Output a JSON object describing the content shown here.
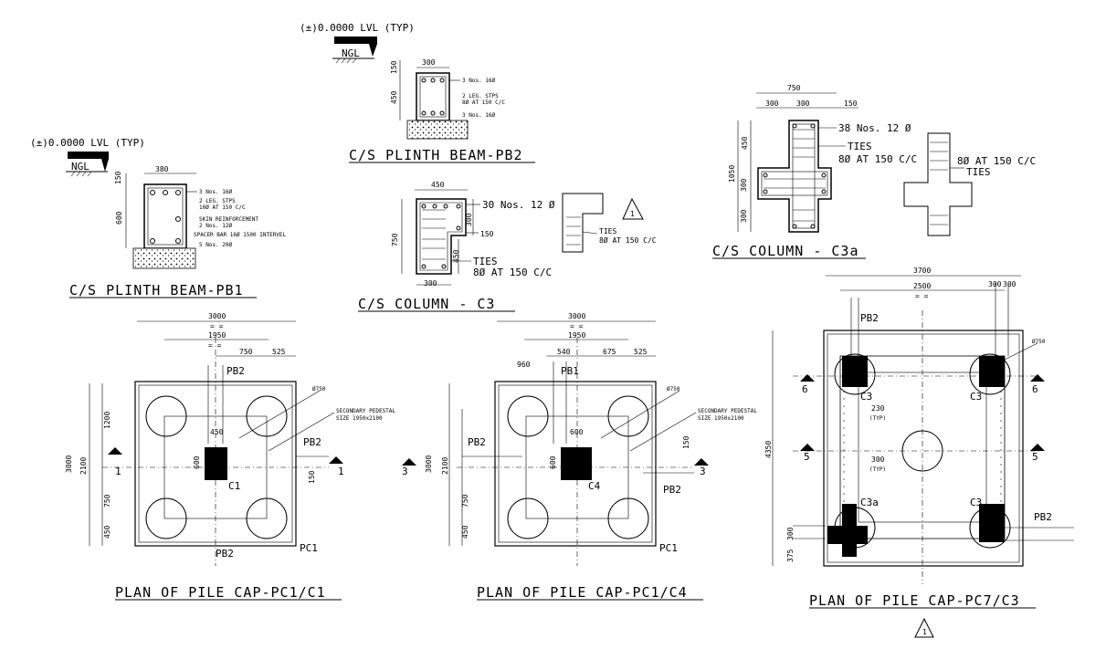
{
  "drawing": {
    "level_note": "(±)0.0000 LVL (TYP)",
    "ngl": "NGL",
    "plinth_pb1": {
      "title": "C/S PLINTH BEAM-PB1",
      "width": "380",
      "depth": "600",
      "cover_top": "150",
      "notes": [
        "3 Nos. 16Ø",
        "2 LEG. STPS",
        "10Ø AT 150 C/C",
        "SKIN REINFORCEMENT",
        "2 Nos. 12Ø",
        "SPACER BAR 16Ø 1500 INTERVEL",
        "5 Nos. 20Ø"
      ]
    },
    "plinth_pb2": {
      "title": "C/S PLINTH BEAM-PB2",
      "width": "300",
      "depth": "450",
      "cover_top": "150",
      "notes": [
        "3 Nos. 16Ø",
        "2 LEG. STPS",
        "8Ø AT 150 C/C",
        "3 Nos. 16Ø"
      ]
    },
    "column_c3": {
      "title": "C/S COLUMN - C3",
      "width_top": "450",
      "width_bottom": "300",
      "height": "750",
      "d300": "300",
      "d150": "150",
      "d450": "450",
      "bars": "30 Nos. 12 Ø",
      "ties": "TIES",
      "ties_spec": "8Ø AT 150 C/C",
      "rev": "1"
    },
    "column_c3a": {
      "title": "C/S COLUMN - C3a",
      "overall": "750",
      "d300a": "300",
      "d300b": "300",
      "d150": "150",
      "height": "1050",
      "h450": "450",
      "h300a": "300",
      "h300b": "300",
      "bars": "38 Nos. 12 Ø",
      "ties": "TIES",
      "ties_spec": "8Ø AT 150 C/C",
      "ties_spec2": "8Ø AT 150 C/C"
    },
    "pc1_c1": {
      "title": "PLAN OF PILE CAP-PC1/C1",
      "overall": "3000",
      "eq": "= =",
      "d1950": "1950",
      "d750": "750",
      "d525": "525",
      "d450": "450",
      "d600": "600",
      "d1200": "1200",
      "d2100": "2100",
      "d750v": "750",
      "d450v": "450",
      "d150": "150",
      "pile_dia": "Ø750",
      "pedestal": "SECONDARY PEDESTAL",
      "pedestal_size": "SIZE 1950x2100",
      "column": "C1",
      "beam_top": "PB2",
      "beam_right": "PB2",
      "beam_bottom": "PB2",
      "cap": "PC1",
      "sec": "1"
    },
    "pc1_c4": {
      "title": "PLAN OF PILE CAP-PC1/C4",
      "overall": "3000",
      "eq": "= =",
      "d1950": "1950",
      "d540": "540",
      "d675": "675",
      "d525": "525",
      "d960": "960",
      "d600": "600",
      "d2100": "2100",
      "d750v": "750",
      "d450v": "450",
      "d150": "150",
      "pile_dia": "Ø750",
      "pedestal": "SECONDARY PEDESTAL",
      "pedestal_size": "SIZE 1950x2100",
      "column": "C4",
      "beam_top": "PB1",
      "beam_left": "PB2",
      "beam_right": "PB2",
      "cap": "PC1",
      "sec": "3"
    },
    "pc7_c3": {
      "title": "PLAN OF PILE CAP-PC7/C3",
      "overall": "3700",
      "d2500": "2500",
      "eq": "= =",
      "d300a": "300",
      "d300b": "300",
      "height": "4350",
      "d230": "230",
      "typ": "(TYP)",
      "d300": "300",
      "d375": "375",
      "d300v": "300",
      "pile_dia": "Ø750",
      "beam_top": "PB2",
      "beam_right": "PB2",
      "c3": "C3",
      "c3a": "C3a",
      "sec6": "6",
      "sec5": "5",
      "rev": "1"
    }
  }
}
